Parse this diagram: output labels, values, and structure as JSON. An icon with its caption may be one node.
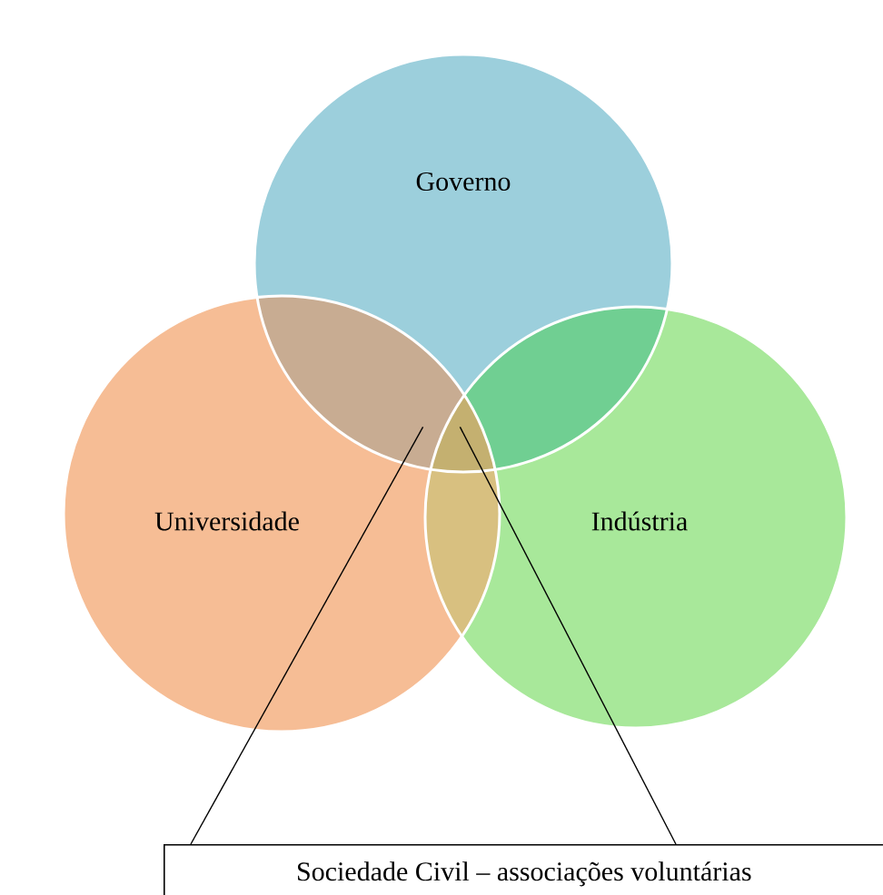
{
  "diagram": {
    "nodes": [
      {
        "text": [
          "Governo"
        ]
      },
      {
        "text": [
          "Universidade"
        ]
      },
      {
        "text": [
          "Indústria"
        ]
      },
      {
        "text": [
          "Sociedade Civil – associações voluntárias"
        ]
      },
      {
        "text": [],
        "shape": "triangle"
      }
    ],
    "edges": [
      {
        "from": 3,
        "to": 4,
        "arrow": "none"
      },
      {
        "from": 3,
        "to": 4,
        "arrow": "none"
      }
    ]
  }
}
